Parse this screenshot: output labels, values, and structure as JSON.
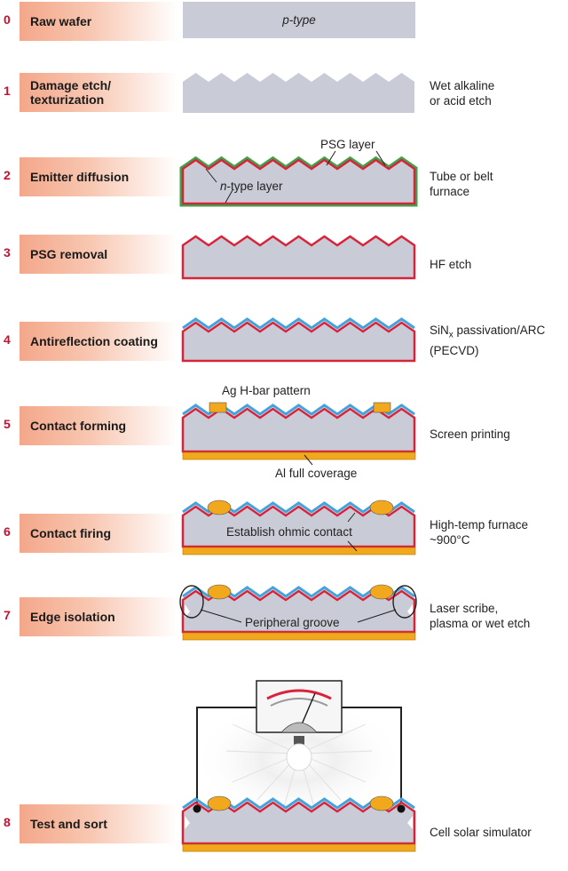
{
  "steps": [
    {
      "num": "0",
      "label": "Raw wafer"
    },
    {
      "num": "1",
      "label": "Damage etch/ texturization"
    },
    {
      "num": "2",
      "label": "Emitter diffusion"
    },
    {
      "num": "3",
      "label": "PSG removal"
    },
    {
      "num": "4",
      "label": "Antireflection coating"
    },
    {
      "num": "5",
      "label": "Contact forming"
    },
    {
      "num": "6",
      "label": "Contact firing"
    },
    {
      "num": "7",
      "label": "Edge isolation"
    },
    {
      "num": "8",
      "label": "Test and sort"
    }
  ],
  "notes": {
    "n1a": "Wet alkaline",
    "n1b": "or acid etch",
    "n2a": "Tube or belt",
    "n2b": "furnace",
    "n3": "HF etch",
    "n4a_pre": "SiN",
    "n4a_sub": "x",
    "n4a_post": " passivation/ARC",
    "n4b": "(PECVD)",
    "n5": "Screen printing",
    "n6a": "High-temp furnace",
    "n6b": "~900°C",
    "n7a": "Laser scribe,",
    "n7b": "plasma or wet etch",
    "n8": "Cell solar simulator"
  },
  "callouts": {
    "ptype": "p-type",
    "psg": "PSG layer",
    "ntype_it": "n",
    "ntype_rest": "-type layer",
    "ag": "Ag H-bar pattern",
    "al": "Al full coverage",
    "ohmic": "Establish ohmic contact",
    "groove": "Peripheral groove"
  },
  "colors": {
    "wafer": "#c9ccd6",
    "red": "#d9233a",
    "blue": "#45a3dc",
    "green": "#3aa64a",
    "gold": "#f2a81d",
    "accent": "#c8102e"
  }
}
